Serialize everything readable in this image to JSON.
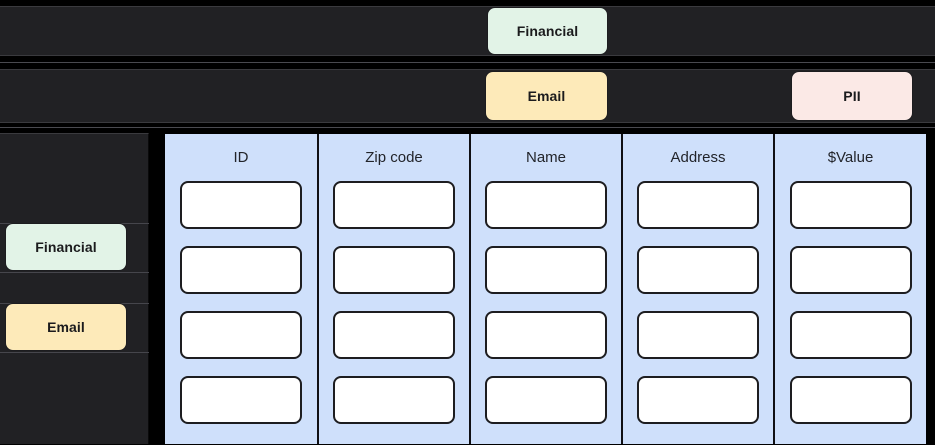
{
  "colors": {
    "background": "#000000",
    "band": "#212124",
    "band_border": "#3a3a3e",
    "column": "#cfe0fb",
    "cell": "#ffffff",
    "cell_border": "#1d1d20",
    "chip_financial": "#e2f3e7",
    "chip_email": "#fdeab9",
    "chip_pii": "#fbe9e6",
    "chip_text": "#1b1b1d",
    "header_text": "#22242a"
  },
  "top_rows": [
    {
      "row_index": 1,
      "chips": [
        {
          "label": "Financial",
          "kind": "financial"
        }
      ]
    },
    {
      "row_index": 2,
      "chips": [
        {
          "label": "Email",
          "kind": "email"
        },
        {
          "label": "PII",
          "kind": "pii"
        }
      ]
    }
  ],
  "sidebar": {
    "items": [
      {
        "label": "Financial",
        "kind": "financial"
      },
      {
        "label": "Email",
        "kind": "email"
      }
    ]
  },
  "table": {
    "columns": [
      {
        "header": "ID",
        "cells": [
          "",
          "",
          "",
          ""
        ]
      },
      {
        "header": "Zip code",
        "cells": [
          "",
          "",
          "",
          ""
        ]
      },
      {
        "header": "Name",
        "cells": [
          "",
          "",
          "",
          ""
        ]
      },
      {
        "header": "Address",
        "cells": [
          "",
          "",
          "",
          ""
        ]
      },
      {
        "header": "$Value",
        "cells": [
          "",
          "",
          "",
          ""
        ]
      }
    ],
    "row_count": 4
  }
}
